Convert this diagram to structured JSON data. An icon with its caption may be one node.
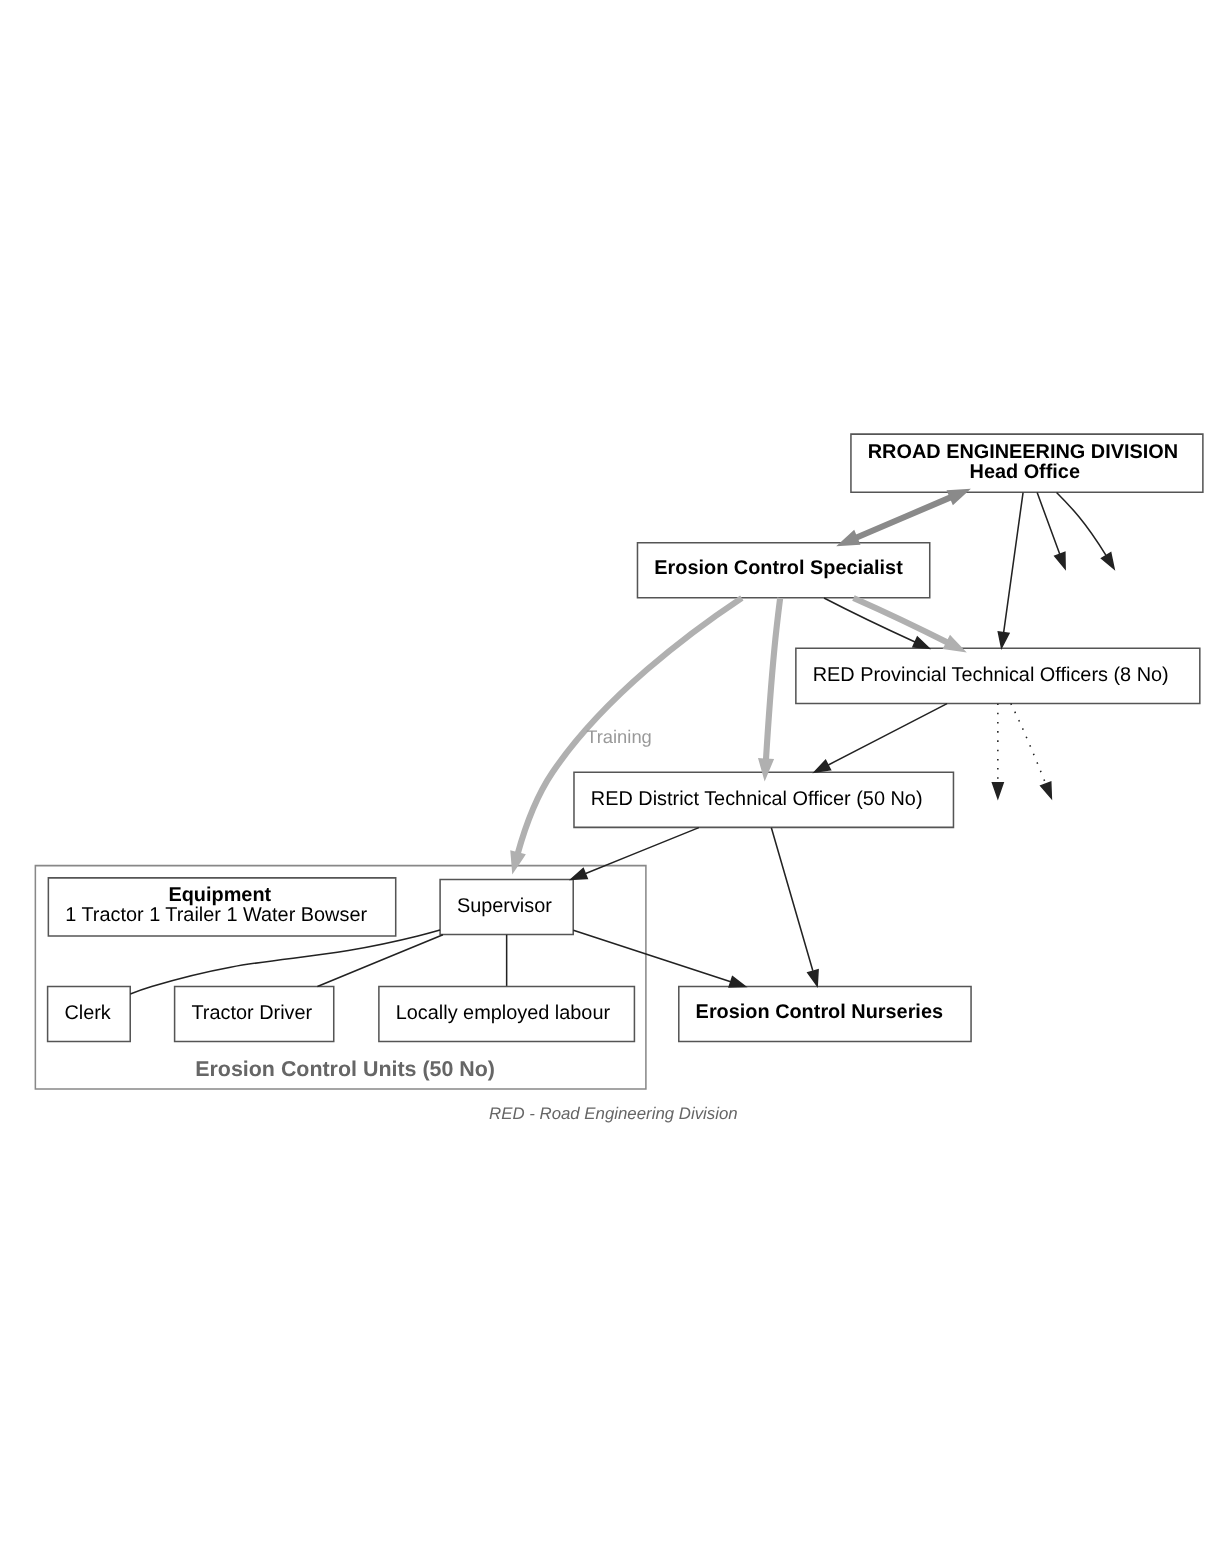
{
  "diagram": {
    "caption": "RED - Road Engineering Division",
    "nodes": [
      {
        "text": [
          "RROAD ENGINEERING DIVISION",
          "Head Office"
        ]
      },
      {
        "text": [
          "Erosion Control Specialist"
        ]
      },
      {
        "text": [
          "RED Provincial Technical Officers (8 No)"
        ]
      },
      {
        "text": [
          "RED District Technical Officer (50 No)"
        ]
      },
      {
        "text": [
          "Erosion Control Units (50 No)"
        ]
      },
      {
        "text": [
          "Supervisor"
        ],
        "in": 4
      },
      {
        "text": [
          "Clerk"
        ],
        "in": 4
      },
      {
        "text": [
          "Tractor Driver"
        ],
        "in": 4
      },
      {
        "text": [
          "Locally employed labour"
        ],
        "in": 4
      },
      {
        "text": [
          "Equipment",
          "1 Tractor 1 Trailer 1 Water Bowser"
        ],
        "in": 4
      },
      {
        "text": [
          "Erosion Control Nurseries"
        ]
      }
    ],
    "edges": [
      {
        "from": 0,
        "to": 1,
        "arrow": "both",
        "style": "thick",
        "color": "#8a8a8a"
      },
      {
        "from": 1,
        "to": 2,
        "arrow": "to"
      },
      {
        "from": 0,
        "to": 2,
        "arrow": "to"
      },
      {
        "from": 0,
        "to": null,
        "arrow": "to"
      },
      {
        "from": 0,
        "to": null,
        "arrow": "to"
      },
      {
        "from": 1,
        "to": 2,
        "arrow": "to",
        "style": "thick",
        "color": "#b0b0b0"
      },
      {
        "from": 2,
        "to": 3,
        "arrow": "to"
      },
      {
        "from": 2,
        "to": null,
        "arrow": "to",
        "style": "dashed"
      },
      {
        "from": 2,
        "to": null,
        "arrow": "to",
        "style": "dashed"
      },
      {
        "from": 1,
        "to": 3,
        "arrow": "to",
        "style": "thick",
        "color": "#b0b0b0"
      },
      {
        "from": 1,
        "to": 4,
        "arrow": "to",
        "label": "Training",
        "style": "thick",
        "color": "#b0b0b0"
      },
      {
        "from": 3,
        "to": 10,
        "arrow": "to"
      },
      {
        "from": 3,
        "to": 5,
        "arrow": "to"
      },
      {
        "from": 5,
        "to": 10,
        "arrow": "to"
      },
      {
        "from": 5,
        "to": 6,
        "arrow": "none"
      },
      {
        "from": 5,
        "to": 7,
        "arrow": "none"
      },
      {
        "from": 5,
        "to": 8,
        "arrow": "none"
      }
    ]
  }
}
